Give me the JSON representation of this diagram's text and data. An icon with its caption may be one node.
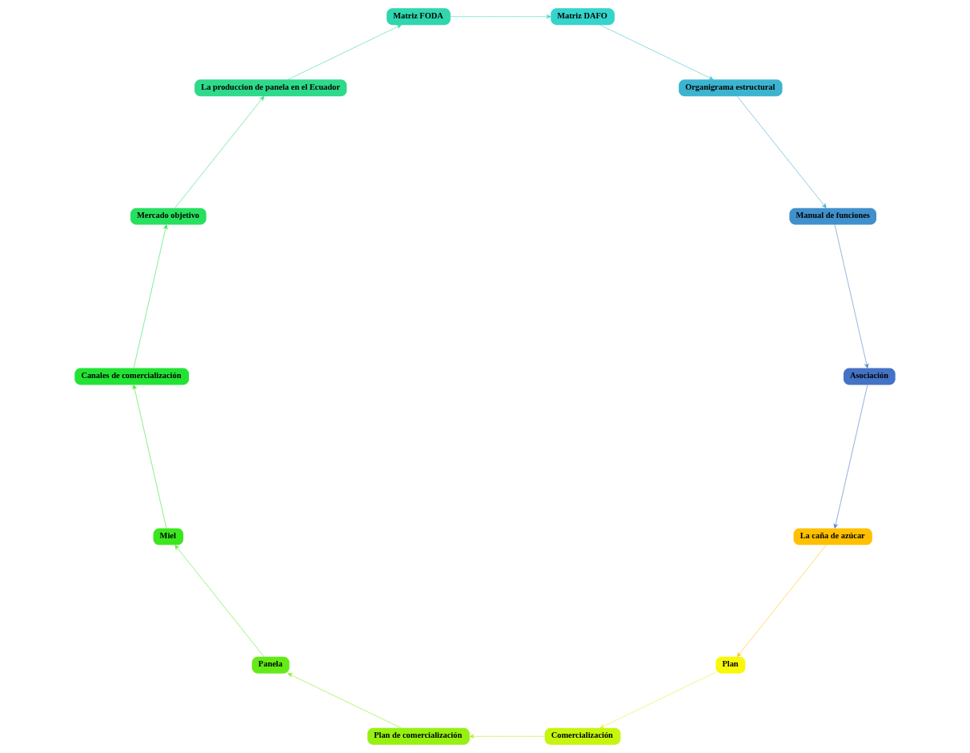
{
  "diagram": {
    "nodes": [
      {
        "text": [
          "La caña de azúcar"
        ]
      },
      {
        "text": [
          "Plan"
        ]
      },
      {
        "text": [
          "Comercialización"
        ]
      },
      {
        "text": [
          "Plan de comercialización"
        ]
      },
      {
        "text": [
          "Panela"
        ]
      },
      {
        "text": [
          "Miel"
        ]
      },
      {
        "text": [
          "Canales de comercialización"
        ]
      },
      {
        "text": [
          "Mercado objetivo"
        ]
      },
      {
        "text": [
          "La produccion de panela en el Ecuador"
        ]
      },
      {
        "text": [
          "Matriz FODA"
        ]
      },
      {
        "text": [
          "Matriz DAFO"
        ]
      },
      {
        "text": [
          "Organigrama estructural"
        ]
      },
      {
        "text": [
          "Manual de funciones"
        ]
      },
      {
        "text": [
          "Asociación"
        ]
      }
    ],
    "edges": [
      {
        "from": 0,
        "to": 1,
        "arrow": "to",
        "color": "#ffc000"
      },
      {
        "from": 1,
        "to": 2,
        "arrow": "to",
        "color": "#e8f020"
      },
      {
        "from": 2,
        "to": 3,
        "arrow": "to",
        "color": "#b0ee10"
      },
      {
        "from": 3,
        "to": 4,
        "arrow": "to",
        "color": "#80ec14"
      },
      {
        "from": 4,
        "to": 5,
        "arrow": "to",
        "color": "#50e81c"
      },
      {
        "from": 5,
        "to": 6,
        "arrow": "to",
        "color": "#30e428"
      },
      {
        "from": 6,
        "to": 7,
        "arrow": "to",
        "color": "#24e24a"
      },
      {
        "from": 7,
        "to": 8,
        "arrow": "to",
        "color": "#2adc74"
      },
      {
        "from": 8,
        "to": 9,
        "arrow": "to",
        "color": "#2fd89c"
      },
      {
        "from": 9,
        "to": 10,
        "arrow": "to",
        "color": "#32d5bc"
      },
      {
        "from": 10,
        "to": 11,
        "arrow": "to",
        "color": "#38c4ce"
      },
      {
        "from": 11,
        "to": 12,
        "arrow": "to",
        "color": "#3ea2ce"
      },
      {
        "from": 12,
        "to": 13,
        "arrow": "to",
        "color": "#4280c8"
      },
      {
        "from": 13,
        "to": 0,
        "arrow": "to",
        "color": "#4472c4"
      }
    ]
  }
}
